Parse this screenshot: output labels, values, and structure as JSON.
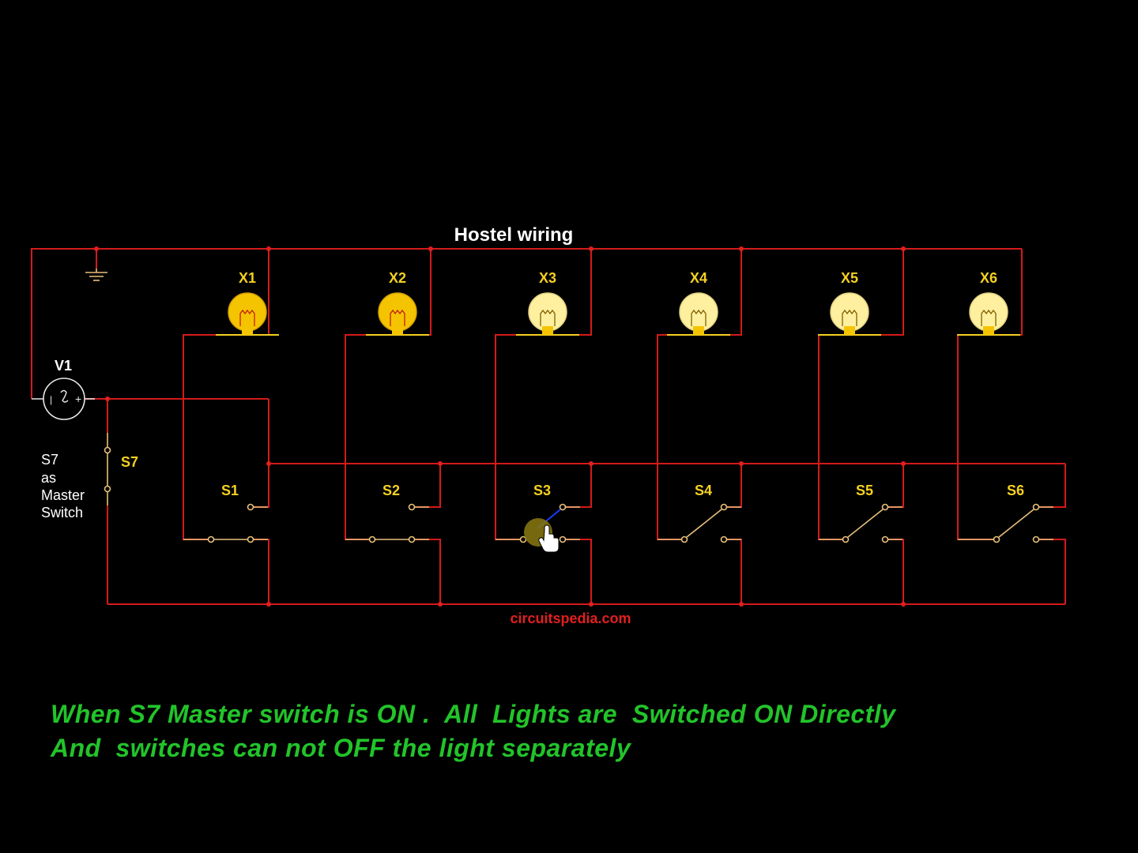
{
  "title": "Hostel wiring",
  "credit": "circuitspedia.com",
  "source": {
    "label": "V1"
  },
  "master": {
    "label": "S7",
    "note": [
      "S7",
      "as",
      "Master",
      "Switch"
    ]
  },
  "lamps": [
    {
      "label": "X1",
      "state": "on"
    },
    {
      "label": "X2",
      "state": "on"
    },
    {
      "label": "X3",
      "state": "off"
    },
    {
      "label": "X4",
      "state": "off"
    },
    {
      "label": "X5",
      "state": "off"
    },
    {
      "label": "X6",
      "state": "off"
    }
  ],
  "switches": [
    {
      "label": "S1",
      "position": "bottom"
    },
    {
      "label": "S2",
      "position": "bottom"
    },
    {
      "label": "S3",
      "position": "moving"
    },
    {
      "label": "S4",
      "position": "top"
    },
    {
      "label": "S5",
      "position": "top"
    },
    {
      "label": "S6",
      "position": "top"
    }
  ],
  "caption": {
    "line1": "When S7 Master switch is ON .  All  Lights are  Switched ON Directly",
    "line2": "And  switches can not OFF the light separately"
  },
  "colors": {
    "wire": "#d41a1a",
    "lamp_on": "#f5c400",
    "lamp_off": "#fff0a0",
    "label": "#f5d020",
    "caption": "#22c42a"
  }
}
